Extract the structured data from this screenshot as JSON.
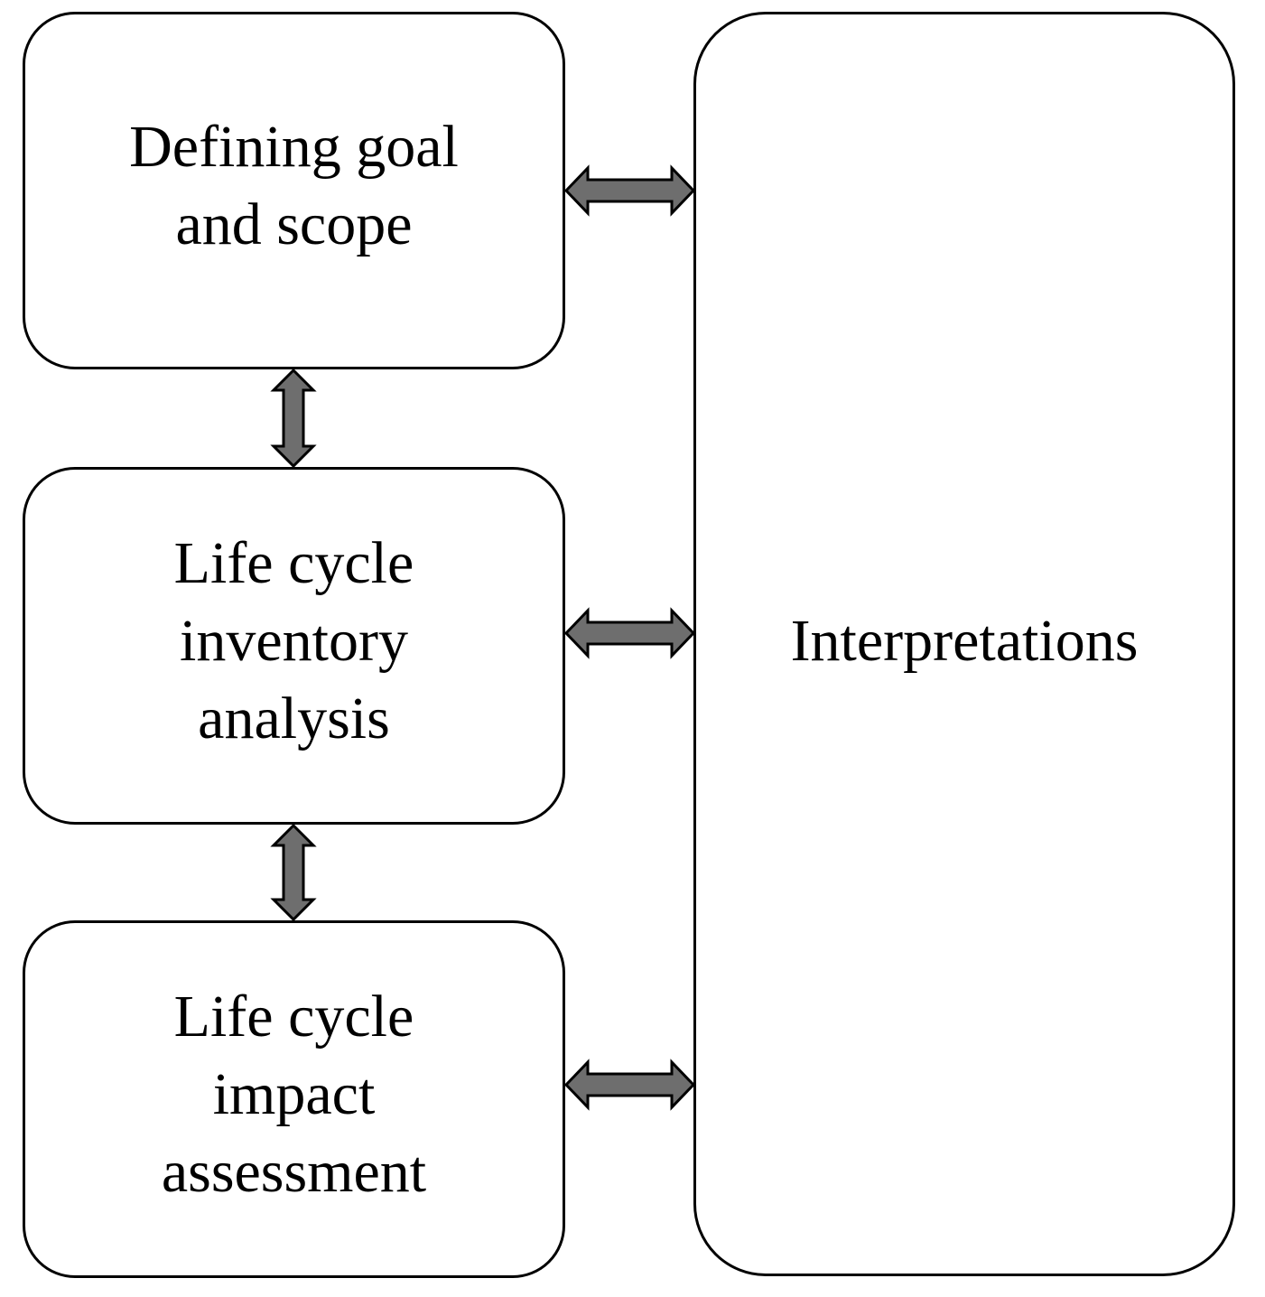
{
  "diagram": {
    "stages": [
      {
        "lines": [
          "Defining goal",
          "and scope"
        ]
      },
      {
        "lines": [
          "Life cycle",
          "inventory",
          "analysis"
        ]
      },
      {
        "lines": [
          "Life cycle",
          "impact",
          "assessment"
        ]
      }
    ],
    "interpretation": {
      "label": "Interpretations"
    },
    "connectors": {
      "arrow_style": "double-headed",
      "arrow_fill": "#6e6e6e",
      "links": [
        {
          "from": "Defining goal and scope",
          "to": "Interpretations"
        },
        {
          "from": "Life cycle inventory analysis",
          "to": "Interpretations"
        },
        {
          "from": "Life cycle impact assessment",
          "to": "Interpretations"
        },
        {
          "from": "Defining goal and scope",
          "to": "Life cycle inventory analysis"
        },
        {
          "from": "Life cycle inventory analysis",
          "to": "Life cycle impact assessment"
        }
      ]
    }
  }
}
